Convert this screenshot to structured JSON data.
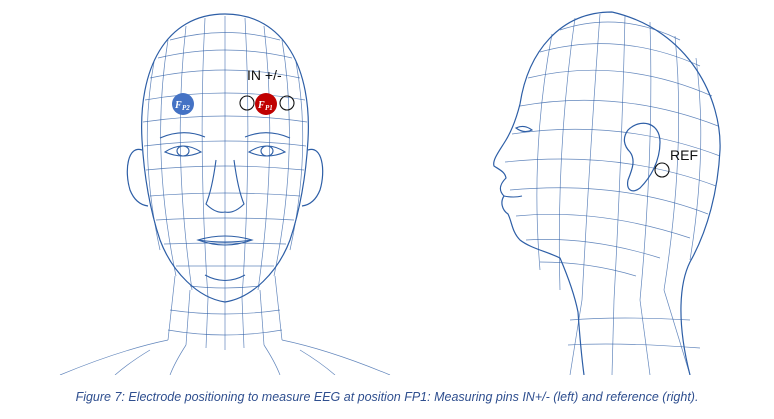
{
  "left_view": {
    "measure_label": "IN +/-",
    "electrode_fp2": {
      "letter": "F",
      "sub": "P2",
      "color": "#4472c4"
    },
    "electrode_fp1": {
      "letter": "F",
      "sub": "P1",
      "color": "#c00000"
    }
  },
  "right_view": {
    "reference_label": "REF"
  },
  "caption": "Figure 7: Electrode positioning to measure EEG at position FP1: Measuring pins IN+/- (left) and reference (right).",
  "colors": {
    "mesh": "#2d5ea6",
    "caption": "#2f4f8f"
  }
}
